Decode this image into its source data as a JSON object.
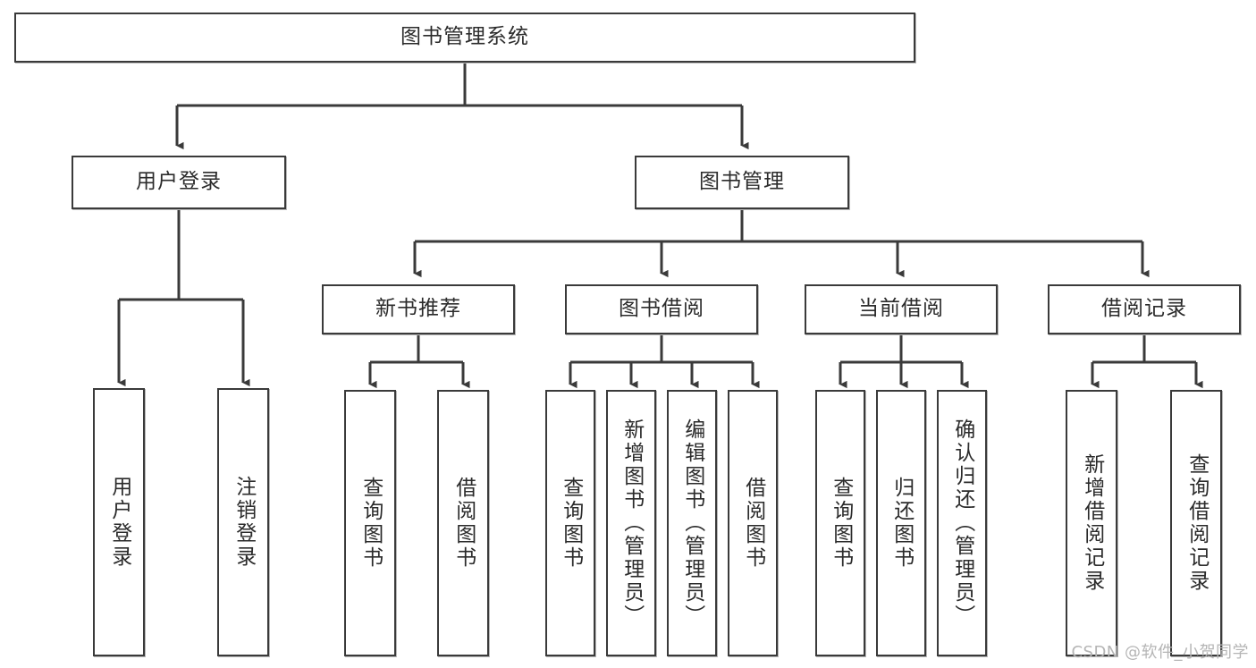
{
  "diagram": {
    "title": "图书管理系统",
    "type": "tree",
    "watermark": "CSDN @软件_小贺同学",
    "colors": {
      "background": "#ffffff",
      "border": "#3a3a3a",
      "text": "#2b2b2b",
      "edge": "#3a3a3a",
      "watermark": "#b5b5b5"
    },
    "nodes": {
      "root": {
        "label": "图书管理系统"
      },
      "level2": [
        {
          "label": "用户登录"
        },
        {
          "label": "图书管理"
        }
      ],
      "level3": [
        {
          "label": "新书推荐"
        },
        {
          "label": "图书借阅"
        },
        {
          "label": "当前借阅"
        },
        {
          "label": "借阅记录"
        }
      ],
      "leaves_user_login": [
        {
          "label": "用户登录"
        },
        {
          "label": "注销登录"
        }
      ],
      "leaves_new_books": [
        {
          "label": "查询图书"
        },
        {
          "label": "借阅图书"
        }
      ],
      "leaves_borrow": [
        {
          "label": "查询图书"
        },
        {
          "label": "新增图书（管理员）"
        },
        {
          "label": "编辑图书（管理员）"
        },
        {
          "label": "借阅图书"
        }
      ],
      "leaves_current": [
        {
          "label": "查询图书"
        },
        {
          "label": "归还图书"
        },
        {
          "label": "确认归还（管理员）"
        }
      ],
      "leaves_records": [
        {
          "label": "新增借阅记录"
        },
        {
          "label": "查询借阅记录"
        }
      ]
    }
  }
}
